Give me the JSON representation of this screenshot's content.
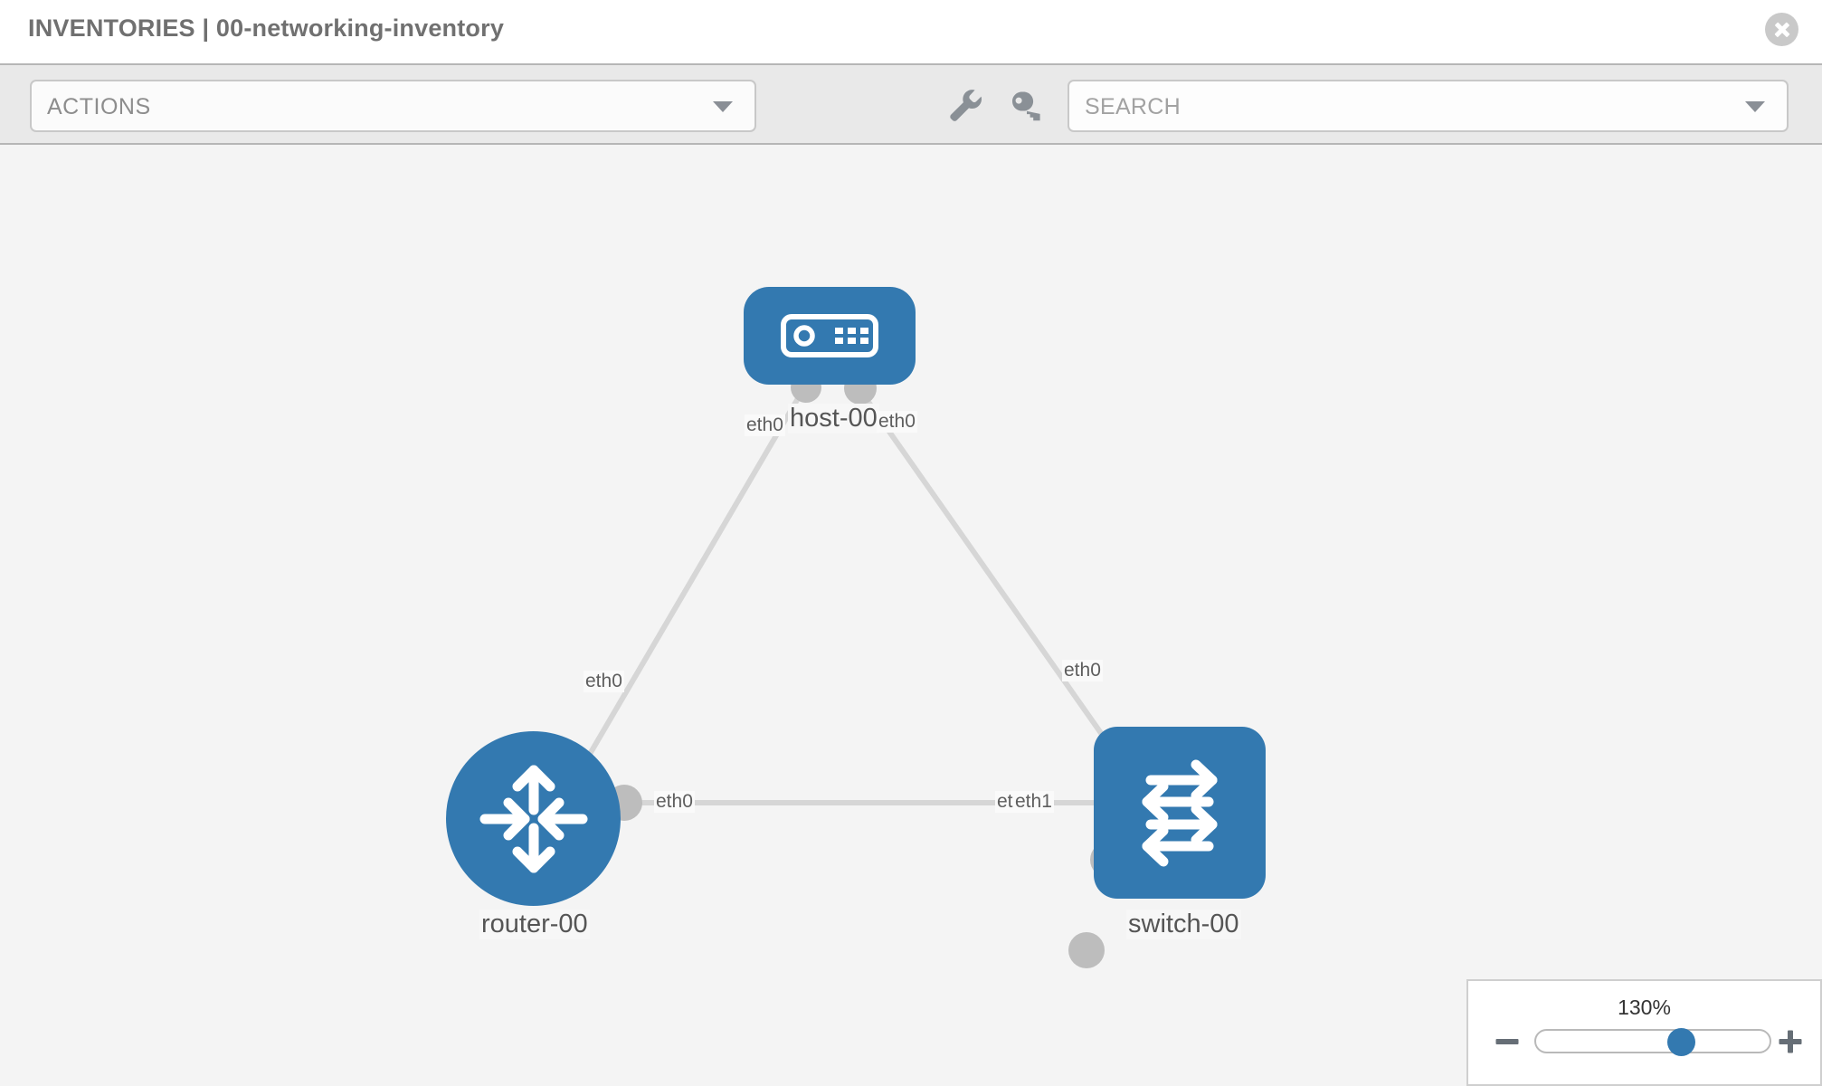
{
  "header": {
    "title": "INVENTORIES | 00-networking-inventory",
    "close_icon": "close-circle-icon"
  },
  "toolbar": {
    "actions_label": "ACTIONS",
    "actions_caret_icon": "chevron-down-icon",
    "wrench_icon": "wrench-icon",
    "key_icon": "key-icon",
    "search_placeholder": "SEARCH",
    "search_value": "",
    "search_caret_icon": "chevron-down-icon"
  },
  "topology": {
    "nodes": [
      {
        "id": "host-00",
        "label": "host-00",
        "type": "host",
        "icon": "server-device-icon",
        "color": "#3379b0"
      },
      {
        "id": "router-00",
        "label": "router-00",
        "type": "router",
        "icon": "router-arrows-icon",
        "color": "#3379b0"
      },
      {
        "id": "switch-00",
        "label": "switch-00",
        "type": "switch",
        "icon": "switch-arrows-icon",
        "color": "#3379b0"
      }
    ],
    "links": [
      {
        "from": "host-00",
        "from_iface": "eth0",
        "to": "router-00",
        "to_iface": "eth0"
      },
      {
        "from": "host-00",
        "from_iface": "eth0",
        "to": "switch-00",
        "to_iface": "eth0"
      },
      {
        "from": "router-00",
        "from_iface": "eth0",
        "to": "switch-00",
        "to_iface": "eth1"
      }
    ],
    "iface_labels": {
      "host_left": "eth0",
      "host_right": "eth0",
      "router_up": "eth0",
      "switch_up": "eth0",
      "router_right": "eth0",
      "switch_left_under": "eth0",
      "switch_left_over": "eth1"
    },
    "edge_color": "#d6d6d6",
    "port_color": "#bdbdbd",
    "canvas_color": "#f4f4f4"
  },
  "zoom_control": {
    "level": "130%",
    "minus_label": "minus-button",
    "plus_label": "plus-button",
    "handle_position_percent": 62
  }
}
